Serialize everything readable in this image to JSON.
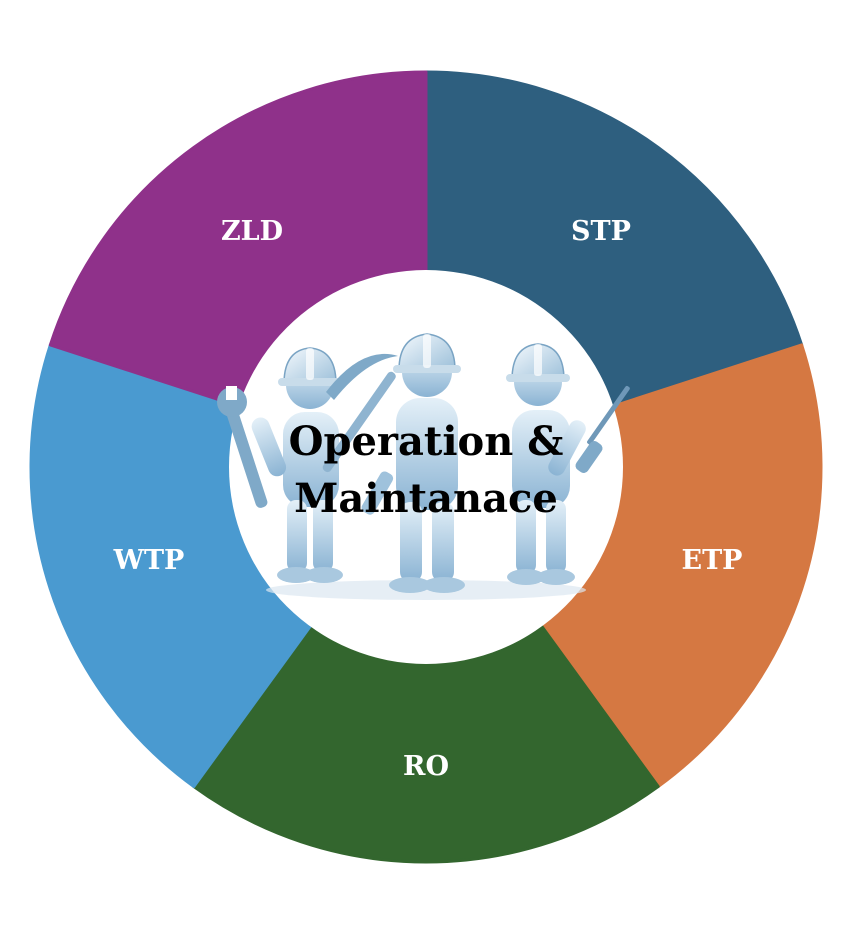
{
  "diagram": {
    "center": {
      "line1": "Operation &",
      "line2": "Maintanace",
      "illustration": "three-workers-with-tools"
    },
    "segments": [
      {
        "id": "stp",
        "label": "STP",
        "color": "#2e5f7f"
      },
      {
        "id": "etp",
        "label": "ETP",
        "color": "#d57842"
      },
      {
        "id": "ro",
        "label": "RO",
        "color": "#33662e"
      },
      {
        "id": "wtp",
        "label": "WTP",
        "color": "#4a9ad0"
      },
      {
        "id": "zld",
        "label": "ZLD",
        "color": "#8f318a"
      }
    ]
  }
}
